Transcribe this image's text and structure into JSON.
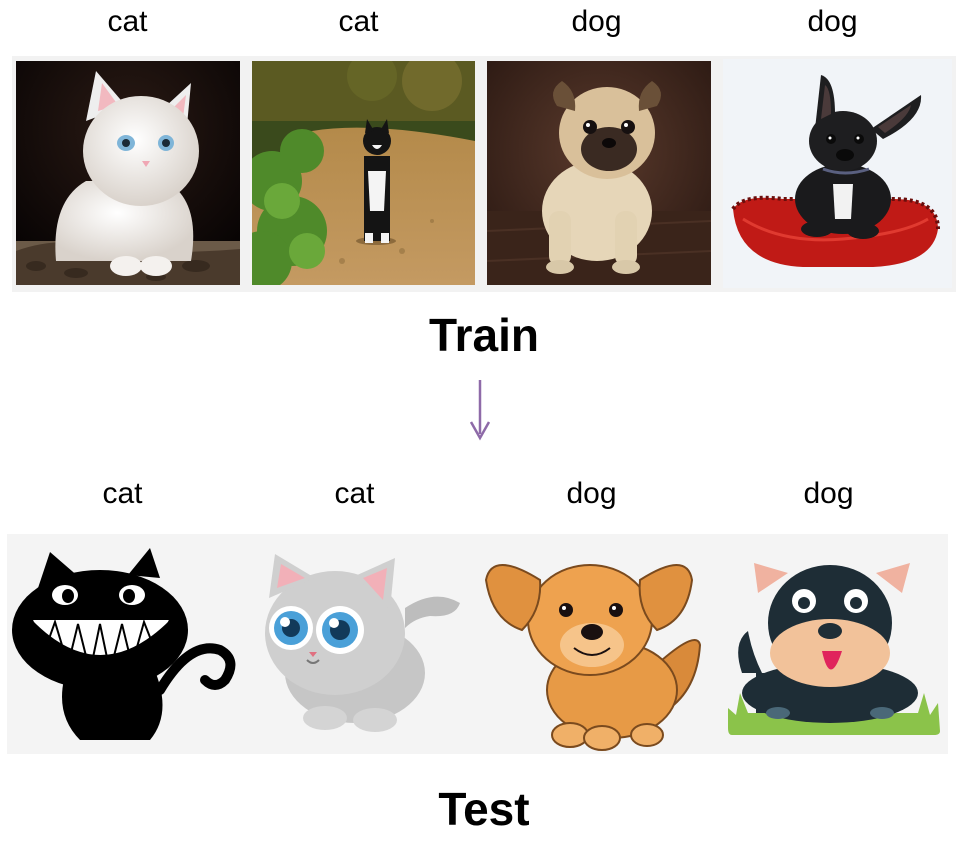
{
  "train": {
    "title": "Train",
    "items": [
      {
        "label": "cat",
        "icon": "white-kitten-photo"
      },
      {
        "label": "cat",
        "icon": "black-white-cat-on-path-photo"
      },
      {
        "label": "dog",
        "icon": "pug-puppy-photo"
      },
      {
        "label": "dog",
        "icon": "french-bulldog-on-red-cushion-photo"
      }
    ]
  },
  "test": {
    "title": "Test",
    "items": [
      {
        "label": "cat",
        "icon": "grinning-black-cat-cartoon"
      },
      {
        "label": "cat",
        "icon": "grey-kitten-cartoon"
      },
      {
        "label": "dog",
        "icon": "brown-puppy-cartoon"
      },
      {
        "label": "dog",
        "icon": "bulldog-cartoon"
      }
    ]
  },
  "colors": {
    "arrow": "#8e6aa8",
    "test_background": "#f4f4f4",
    "train_background": "#f2f2f2"
  }
}
